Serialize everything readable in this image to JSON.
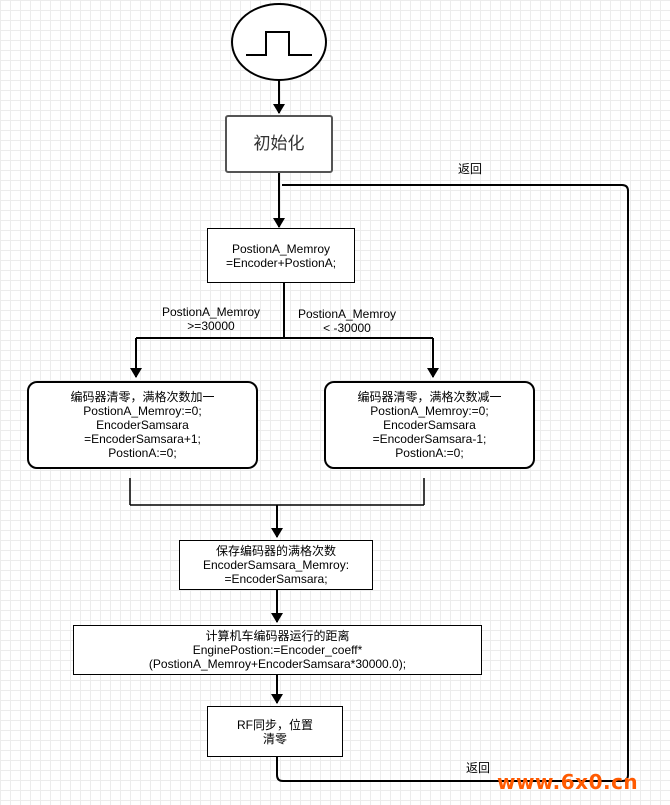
{
  "nodes": {
    "init": "初始化",
    "compute_pos": "PostionA_Memroy\n=Encoder+PostionA;",
    "overflow_plus": "编码器清零，满格次数加一\nPostionA_Memroy:=0;\nEncoderSamsara\n=EncoderSamsara+1;\nPostionA:=0;",
    "overflow_minus": "编码器清零，满格次数减一\nPostionA_Memroy:=0;\nEncoderSamsara\n=EncoderSamsara-1;\nPostionA:=0;",
    "save_count": "保存编码器的满格次数\nEncoderSamsara_Memroy:\n=EncoderSamsara;",
    "compute_distance": "计算机车编码器运行的距离\nEnginePostion:=Encoder_coeff*\n(PostionA_Memroy+EncoderSamsara*30000.0);",
    "rf_sync": "RF同步，位置\n清零"
  },
  "labels": {
    "cond_ge": "PostionA_Memroy\n>=30000",
    "cond_lt": "PostionA_Memroy\n< -30000",
    "return_top": "返回",
    "return_bottom": "返回"
  },
  "watermark": "www.6x0.cn",
  "start_symbol": "pulse-icon"
}
